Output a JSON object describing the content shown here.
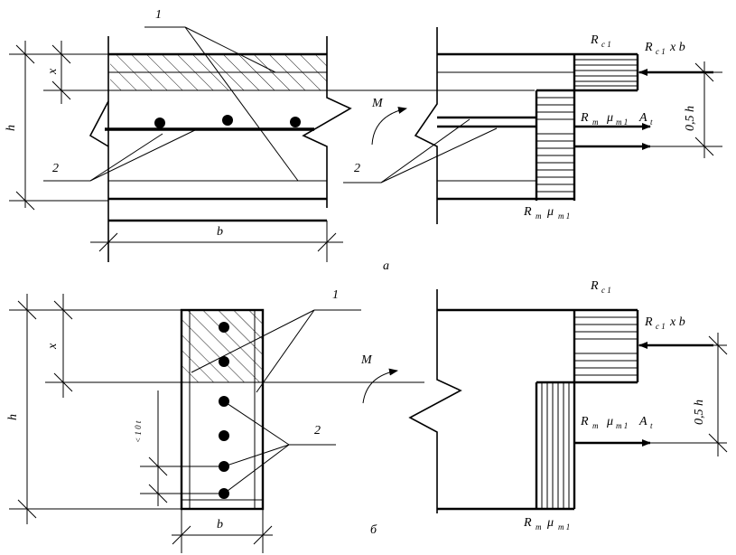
{
  "labels": {
    "callout_1": "1",
    "callout_2": "2",
    "moment": "M",
    "height": "h",
    "width": "b",
    "compression_depth": "x",
    "half_height": "0,5 h",
    "spacing": "< 1 0 t"
  },
  "forces": {
    "Rc1_main": "R",
    "Rc1_sub": "c 1",
    "Rc1xb_main": "R",
    "Rc1xb_sub": "c 1",
    "Rc1xb_tail": "x b",
    "steel_main": "R",
    "steel_sub": "m",
    "steel_mu": "μ",
    "steel_mu_sub": "m 1",
    "steel_A": "A",
    "steel_A_sub": "t",
    "tension_main": "R",
    "tension_sub": "m",
    "tension_mu": "μ",
    "tension_mu_sub": "m 1"
  },
  "captions": {
    "a": "a",
    "b": "б"
  },
  "colors": {
    "ink": "#000000",
    "paper": "#ffffff"
  }
}
